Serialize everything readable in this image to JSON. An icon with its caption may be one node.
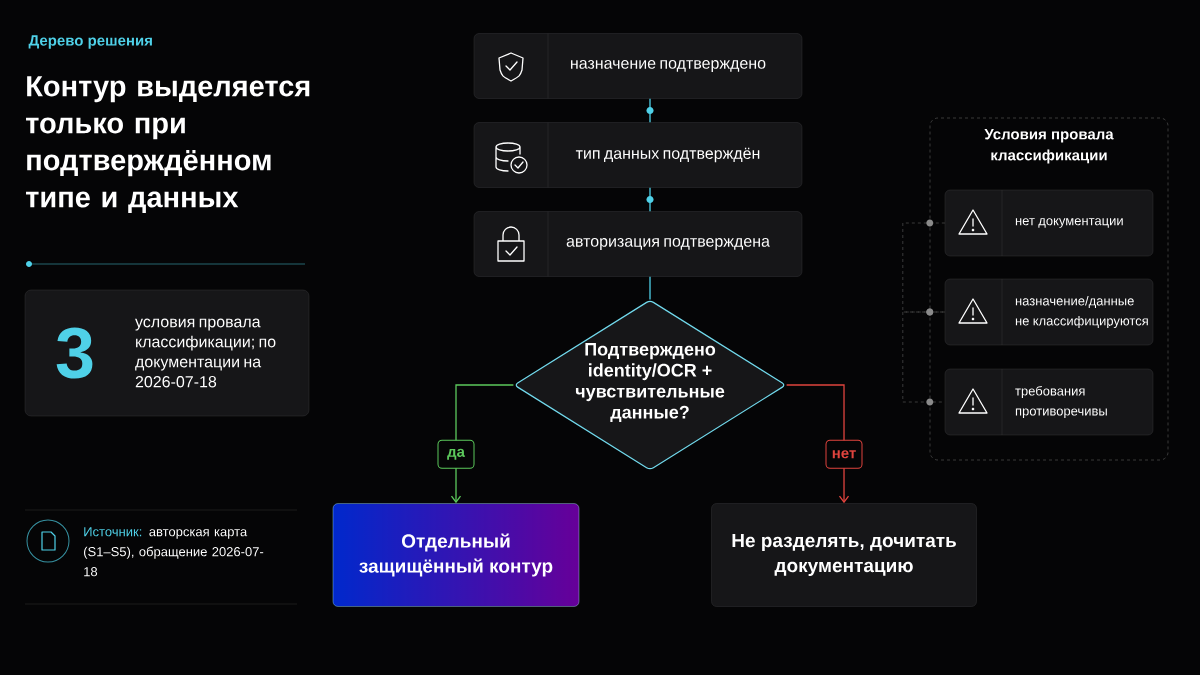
{
  "diagram": {
    "title": "Контур выделяется только при подтверждённом типе и данных",
    "nodes": [
      {
        "text": [
          "3",
          "условия провала классификации; по документации на 2026-07-18"
        ]
      },
      {
        "text": [
          "назначение подтверждено"
        ]
      },
      {
        "text": [
          "тип данных подтверждён"
        ]
      },
      {
        "text": [
          "авторизация подтверждена"
        ]
      },
      {
        "text": [
          "Подтверждено identity/OCR + чувствительные данные?"
        ]
      },
      {
        "text": [
          "Отдельный защищённый контур"
        ]
      },
      {
        "text": [
          "Не разделять, дочитать документацию"
        ]
      },
      {
        "text": [
          "Условия провала классификации"
        ]
      },
      {
        "text": [
          "нет документации"
        ],
        "in": 7
      },
      {
        "text": [
          "назначение/данные не классифицируются"
        ],
        "in": 7
      },
      {
        "text": [
          "требования противоречивы"
        ],
        "in": 7
      }
    ],
    "edges": [
      {
        "from": 1,
        "to": 2,
        "arrow": "none"
      },
      {
        "from": 2,
        "to": 3,
        "arrow": "none"
      },
      {
        "from": 3,
        "to": 4,
        "arrow": "none"
      },
      {
        "from": 4,
        "to": 5,
        "arrow": "to",
        "label": "да",
        "color": "#5cc95c"
      },
      {
        "from": 4,
        "to": 6,
        "arrow": "to",
        "label": "нет",
        "color": "#e0443e"
      },
      {
        "from": 8,
        "to": 9,
        "arrow": "none",
        "style": "dashed",
        "color": "#8a8a8a"
      },
      {
        "from": 9,
        "to": 10,
        "arrow": "none",
        "style": "dashed",
        "color": "#8a8a8a"
      }
    ],
    "labels": [
      "Дерево решения",
      "Источник:",
      "авторская карта (S1–S5), обращение 2026-07-18"
    ]
  }
}
